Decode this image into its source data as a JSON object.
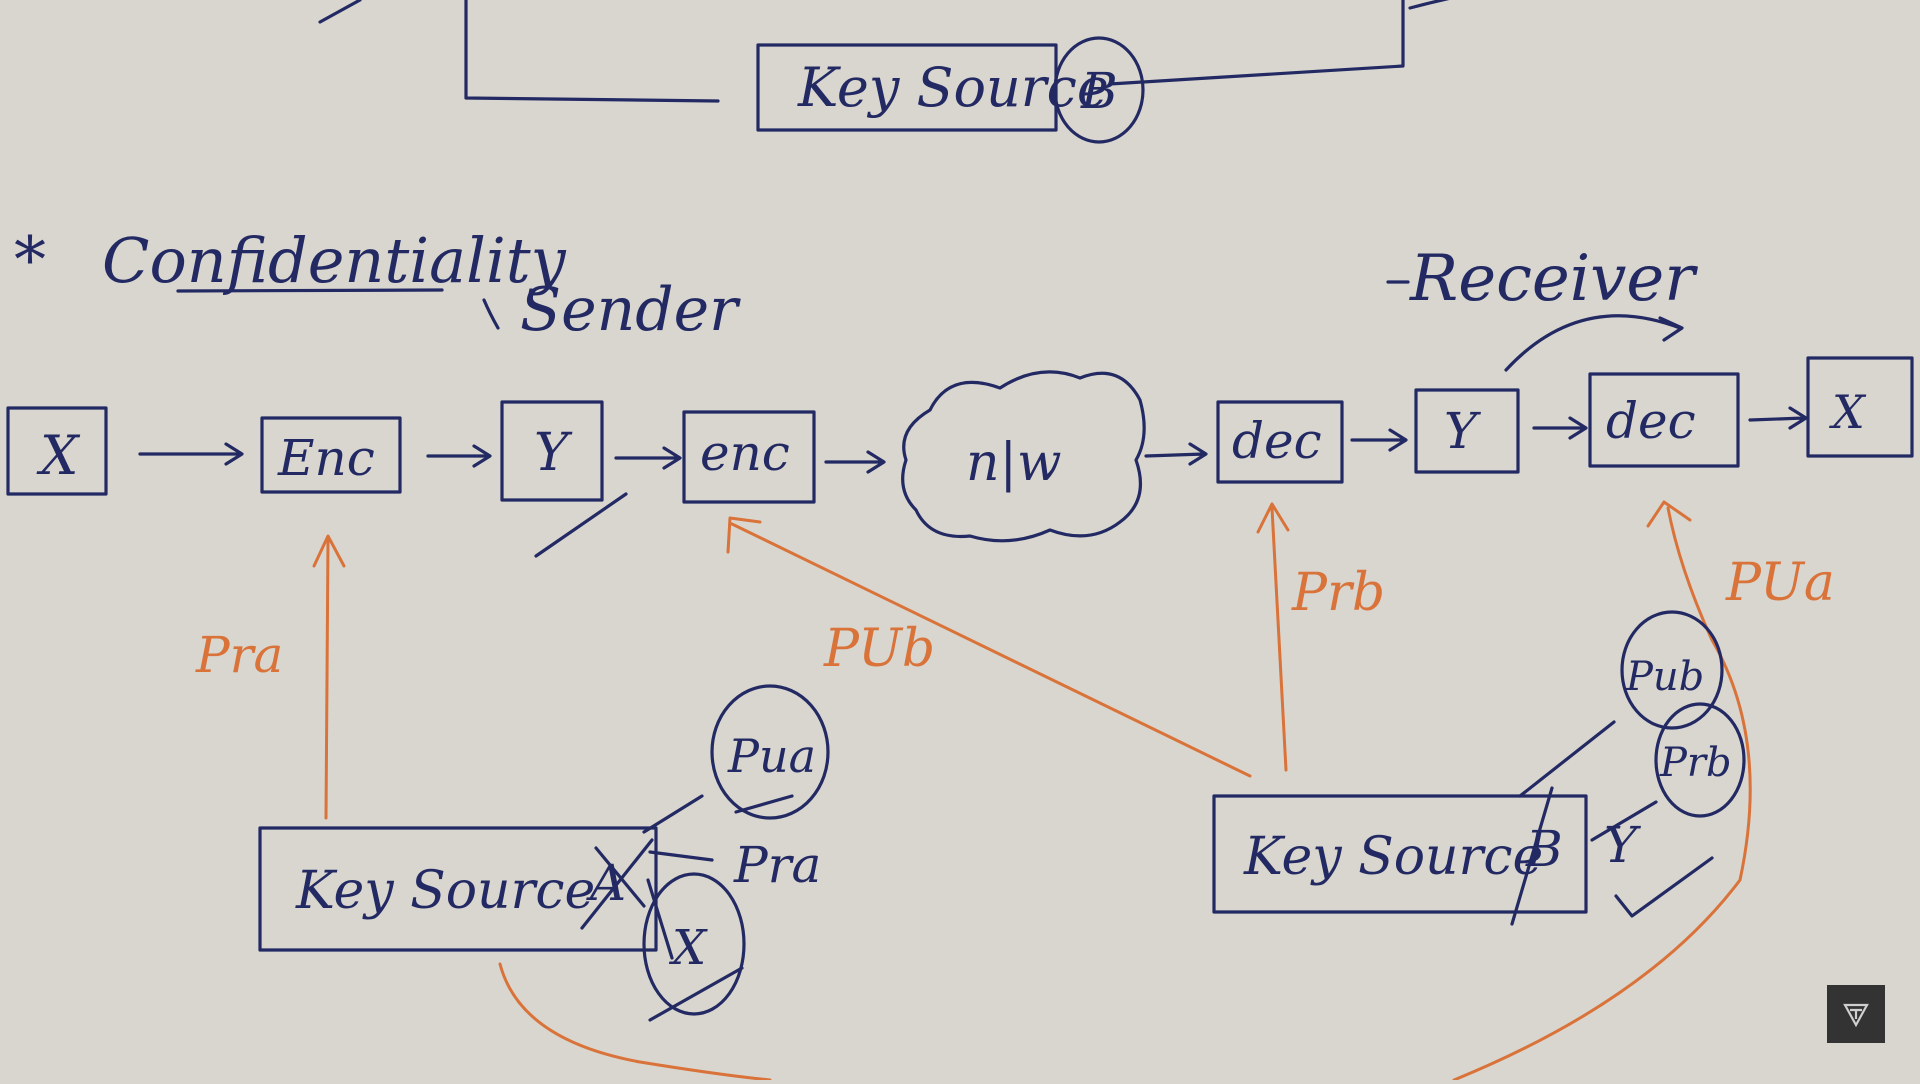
{
  "colors": {
    "paper": "#d9d6cf",
    "ink": "#232a63",
    "orange_pen": "#d9733a"
  },
  "top_partial": {
    "key_source_label": "Key Source",
    "key_symbol": "B"
  },
  "heading": {
    "star": "*",
    "title": "Confidentiality"
  },
  "sender_label": "Sender",
  "receiver_label": "Receiver",
  "chain": {
    "x_in": "X",
    "enc1": "Enc",
    "y1": "Y",
    "enc2": "enc",
    "network": "n|w",
    "dec1": "dec",
    "y2": "Y",
    "dec2": "dec",
    "x_out": "X"
  },
  "left_keys": {
    "arrow_label": "Pra",
    "pub_label": "PUb",
    "source": "Key Source",
    "source_symbol": "A",
    "circle_pu": "Pua",
    "circle_pr_label": "Pra",
    "circle_x": "X"
  },
  "right_keys": {
    "arrow_label": "Prb",
    "pua_label": "PUa",
    "source": "Key Source",
    "source_symbol": "B",
    "circle_pu": "Pub",
    "circle_pr": "Prb",
    "mark_y": "Y",
    "check": "✓"
  },
  "player_icon": "corner-logo-icon"
}
